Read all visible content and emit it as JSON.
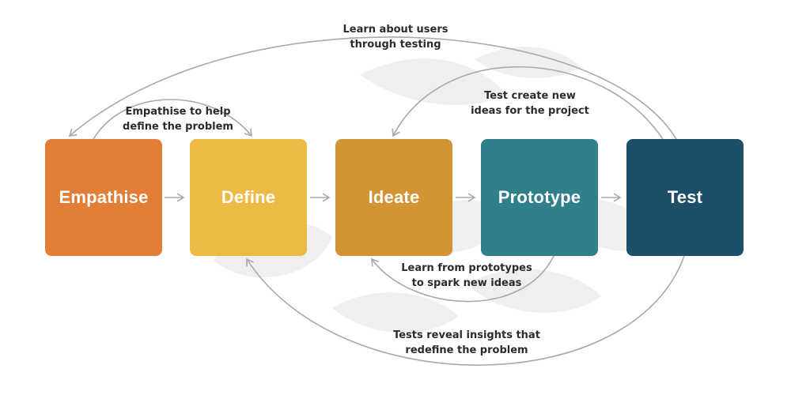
{
  "stages": [
    {
      "label": "Empathise",
      "color": "#E27E36"
    },
    {
      "label": "Define",
      "color": "#EDBA45"
    },
    {
      "label": "Ideate",
      "color": "#D39434"
    },
    {
      "label": "Prototype",
      "color": "#2F808A"
    },
    {
      "label": "Test",
      "color": "#1D4F68"
    }
  ],
  "notes": {
    "learn_about_users": [
      "Learn about users",
      "through testing"
    ],
    "empathise_to_help": [
      "Empathise to help",
      "define the problem"
    ],
    "test_create_ideas": [
      "Test create new",
      "ideas for the project"
    ],
    "learn_from_prototypes": [
      "Learn from prototypes",
      "to spark new ideas"
    ],
    "tests_reveal": [
      "Tests reveal insights that",
      "redefine the problem"
    ]
  },
  "colors": {
    "arrow": "#A9A9A9",
    "watermark": "#EFEFEF",
    "text": "#2B2B2B",
    "background": "#FFFFFF"
  }
}
